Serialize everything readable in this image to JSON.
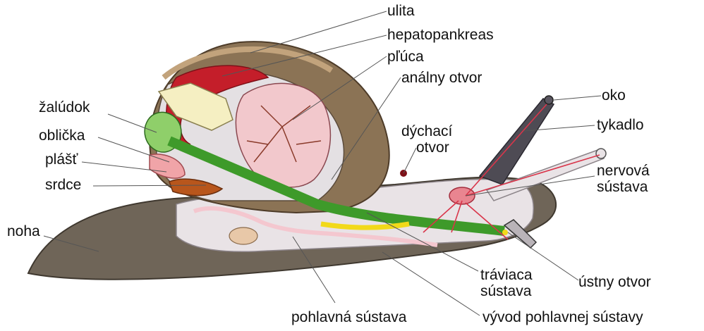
{
  "labels": {
    "ulita": "ulita",
    "hepatopankreas": "hepatopankreas",
    "pluca": "pľúca",
    "analny": "análny otvor",
    "dychaci_1": "dýchací",
    "dychaci_2": "otvor",
    "oko": "oko",
    "tykadlo": "tykadlo",
    "nervova_1": "nervová",
    "nervova_2": "sústava",
    "zaludok": "žalúdok",
    "oblicka": "oblička",
    "plast": "plášť",
    "srdce": "srdce",
    "noha": "noha",
    "traviaca_1": "tráviaca",
    "traviaca_2": "sústava",
    "ustny": "ústny otvor",
    "pohlavna": "pohlavná sústava",
    "vyvod": "vývod pohlavnej sústavy"
  },
  "colors": {
    "foot": "#6f6558",
    "shell": "#8b7355",
    "shell_stripe": "#c2a37c",
    "body": "#e9e3e6",
    "lung": "#f2c8cc",
    "liver": "#c41e2a",
    "gut": "#3e9a2a",
    "gut_light": "#8fcf6a",
    "yellow": "#f2d91a",
    "nerve": "#d9354a",
    "heart": "#b8561c"
  }
}
